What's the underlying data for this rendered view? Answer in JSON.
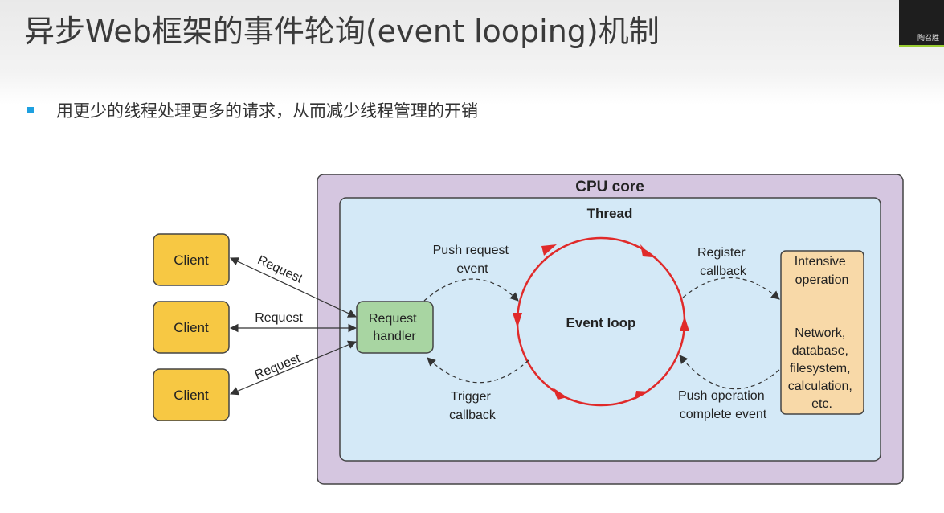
{
  "slide": {
    "title": "异步Web框架的事件轮询(event looping)机制",
    "bullet": "用更少的线程处理更多的请求，从而减少线程管理的开销"
  },
  "video_overlay": {
    "name": "陶召胜"
  },
  "diagram": {
    "cpu_core_label": "CPU core",
    "thread_label": "Thread",
    "clients": [
      "Client",
      "Client",
      "Client"
    ],
    "request_labels": [
      "Request",
      "Request",
      "Request"
    ],
    "request_handler": [
      "Request",
      "handler"
    ],
    "event_loop": "Event loop",
    "push_request_event": [
      "Push request",
      "event"
    ],
    "trigger_callback": [
      "Trigger",
      "callback"
    ],
    "register_callback": [
      "Register",
      "callback"
    ],
    "push_operation_complete_event": [
      "Push operation",
      "complete event"
    ],
    "intensive_operation": {
      "title": [
        "Intensive",
        "operation"
      ],
      "examples": [
        "Network,",
        "database,",
        "filesystem,",
        "calculation,",
        "etc."
      ]
    }
  },
  "colors": {
    "cpu_core_fill": "#d5c6e0",
    "thread_fill": "#d4e9f7",
    "client_fill": "#f7c843",
    "handler_fill": "#a8d5a2",
    "operation_fill": "#f8d9a8",
    "event_loop": "#e02a2a",
    "bullet": "#1ea0e0"
  }
}
